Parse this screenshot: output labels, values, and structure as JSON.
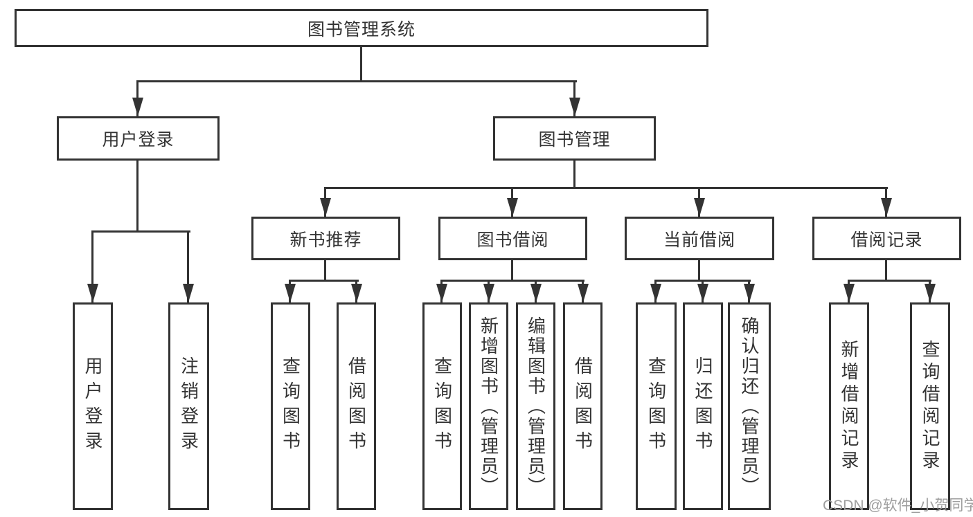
{
  "diagram": {
    "title": "图书管理系统",
    "nodes": {
      "root": "图书管理系统",
      "user_login": "用户登录",
      "book_mgmt": "图书管理",
      "new_books": "新书推荐",
      "book_borrow": "图书借阅",
      "current_borrow": "当前借阅",
      "borrow_records": "借阅记录",
      "user_login_children": [
        "用户登录",
        "注销登录"
      ],
      "new_books_children": [
        "查询图书",
        "借阅图书"
      ],
      "book_borrow_children": [
        "查询图书",
        "新增图书（管理员）",
        "编辑图书（管理员）",
        "借阅图书"
      ],
      "current_borrow_children": [
        "查询图书",
        "归还图书",
        "确认归还（管理员）"
      ],
      "borrow_records_children": [
        "新增借阅记录",
        "查询借阅记录"
      ]
    },
    "watermark": "CSDN @软件_小贺同学",
    "colors": {
      "line": "#333333",
      "border": "#333333",
      "text": "#333333",
      "watermark": "#9e9e9e",
      "background": "#ffffff"
    }
  }
}
